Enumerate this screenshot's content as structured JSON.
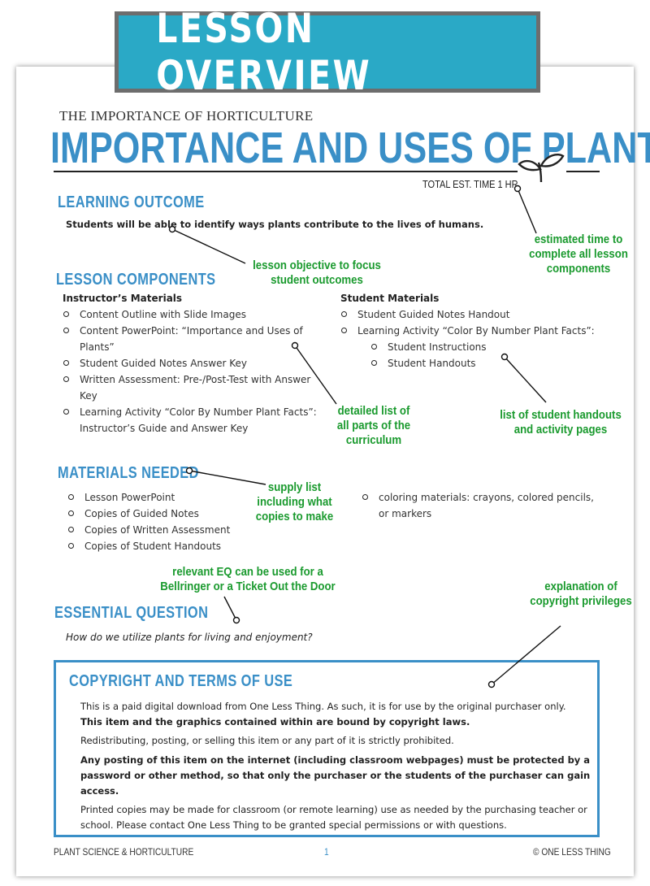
{
  "banner": {
    "title": "LESSON OVERVIEW"
  },
  "header": {
    "subtitle": "THE IMPORTANCE OF HORTICULTURE",
    "title": "IMPORTANCE AND USES OF PLANTS",
    "total_time": "TOTAL EST. TIME 1 HR"
  },
  "learning_outcome": {
    "heading": "LEARNING OUTCOME",
    "text": "Students will be able to identify ways plants contribute to the lives of humans."
  },
  "lesson_components": {
    "heading": "LESSON COMPONENTS",
    "instructor": {
      "heading": "Instructor’s Materials",
      "items": [
        "Content Outline with Slide Images",
        "Content PowerPoint: “Importance and Uses of Plants”",
        "Student Guided Notes Answer Key",
        "Written Assessment: Pre-/Post-Test with Answer Key",
        "Learning Activity “Color By Number Plant Facts”: Instructor’s Guide and Answer Key"
      ]
    },
    "student": {
      "heading": "Student Materials",
      "items": [
        "Student Guided Notes Handout",
        "Learning Activity “Color By Number Plant Facts”:"
      ],
      "subitems": [
        "Student Instructions",
        "Student Handouts"
      ]
    }
  },
  "materials_needed": {
    "heading": "MATERIALS NEEDED",
    "left_items": [
      "Lesson PowerPoint",
      "Copies of Guided Notes",
      "Copies of Written Assessment",
      "Copies of Student Handouts"
    ],
    "right_items": [
      "coloring materials: crayons, colored pencils, or markers"
    ]
  },
  "essential_question": {
    "heading": "ESSENTIAL QUESTION",
    "text": "How do we utilize plants for living and enjoyment?"
  },
  "copyright": {
    "heading": "COPYRIGHT AND TERMS OF USE",
    "p1": "This is a paid digital download from One Less Thing. As such, it is for use by the original purchaser only.",
    "p1_bold": "This item and the graphics contained within are bound by copyright laws.",
    "p2": "Redistributing, posting, or selling this item or any part of it is strictly prohibited.",
    "p3": "Any posting of this item on the internet (including classroom webpages) must be protected by a password or other method, so that only the purchaser or the students of the purchaser can gain access.",
    "p4": "Printed copies may be made for classroom (or remote learning) use as needed by the purchasing teacher or school. Please contact One Less Thing to be granted special permissions or with questions."
  },
  "annotations": {
    "time": [
      "estimated time to",
      "complete all lesson",
      "components"
    ],
    "objective": [
      "lesson objective to focus",
      "student  outcomes"
    ],
    "curriculum": [
      "detailed list of",
      "all parts of the",
      "curriculum"
    ],
    "handouts": [
      "list of student handouts",
      "and activity pages"
    ],
    "supply": [
      "supply list",
      "including what",
      "copies to make"
    ],
    "eq": [
      "relevant EQ can be used for a",
      "Bellringer or a Ticket Out the Door"
    ],
    "copyright": [
      "explanation of",
      "copyright privileges"
    ]
  },
  "footer": {
    "left": "PLANT SCIENCE & HORTICULTURE",
    "page": "1",
    "right": "© ONE LESS THING"
  },
  "colors": {
    "banner": "#2aa9c6",
    "heading": "#3a8fc7",
    "annotation": "#1a9a2e",
    "banner_border": "#6d6d6d"
  }
}
